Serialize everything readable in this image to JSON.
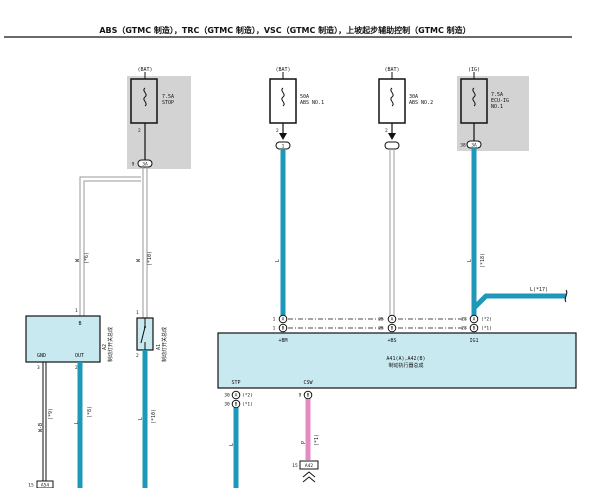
{
  "title": "ABS（GTMC 制造），TRC（GTMC 制造），VSC（GTMC 制造），上坡起步辅助控制（GTMC 制造）",
  "colors": {
    "wire_blue": "#1e98b8",
    "wire_pink": "#e58bc4",
    "component_fill": "#c9e9f0",
    "fuse_block_fill": "#d3d3d3"
  },
  "fuses": [
    {
      "source": "(BAT)",
      "rating": "7.5A",
      "name": "STOP",
      "name2": "",
      "pin": "2"
    },
    {
      "source": "(BAT)",
      "rating": "50A",
      "name": "ABS NO.1",
      "name2": "",
      "pin": "2"
    },
    {
      "source": "(BAT)",
      "rating": "30A",
      "name": "ABS NO.2",
      "name2": "",
      "pin": "2"
    },
    {
      "source": "(IG)",
      "rating": "7.5A",
      "name": "ECU-IG",
      "name2": "NO.1",
      "pin": ""
    }
  ],
  "connectors": {
    "stop_conn": {
      "pin": "9",
      "id": "3A"
    },
    "abs1_conn": {
      "id": "1"
    },
    "ig_conn": {
      "pin": "38",
      "id": "3A"
    },
    "a42_bottom": {
      "pin": "15",
      "id": "A42"
    },
    "a54_bottom": {
      "pin": "15",
      "id": "A54"
    }
  },
  "wires": {
    "stop_upper": {
      "color": "W",
      "ref": "(*6)"
    },
    "stop_right": {
      "color": "W",
      "ref": "(*10)"
    },
    "abs1": {
      "color": "L"
    },
    "ig": {
      "color": "L",
      "ref": "(*18)"
    },
    "branch": {
      "label": "L(*17)"
    },
    "gnd": {
      "color": "W-B",
      "ref": "(*9)"
    },
    "out": {
      "color": "L",
      "ref": "(*8)"
    },
    "stpsw_out": {
      "color": "L",
      "ref": "(*10)"
    },
    "stp": {
      "color": "L"
    },
    "csw": {
      "color": "P",
      "ref": "(*1)"
    }
  },
  "left_ecu": {
    "pin_top": "1",
    "pin_label_b": "B",
    "gnd_label": "GND",
    "out_label": "OUT",
    "gnd_pin": "3",
    "out_pin": "2",
    "ref_num": "A2",
    "name": "制动灯开关总成"
  },
  "stop_switch": {
    "pin_top": "1",
    "pin_bottom": "2",
    "ref_num": "A1",
    "name": "制动灯开关总成"
  },
  "actuator": {
    "name": "A41(A),A42(B)",
    "name2": "制动执行器总成",
    "pin_plus_bm": "+BM",
    "pin_plus_bs": "+BS",
    "pin_ig1": "IG1",
    "pin_stp": "STP",
    "pin_csw": "CSW",
    "pins": {
      "bm_a": {
        "num": "1",
        "id": "A",
        "ref": ""
      },
      "bm_b": {
        "num": "1",
        "id": "B",
        "ref": ""
      },
      "bs_a": {
        "num": "25",
        "id": "A",
        "ref": ""
      },
      "bs_b": {
        "num": "25",
        "id": "B",
        "ref": ""
      },
      "ig_a": {
        "num": "28",
        "id": "A",
        "ref": "(*2)"
      },
      "ig_b": {
        "num": "28",
        "id": "B",
        "ref": "(*1)"
      },
      "stp_a": {
        "num": "30",
        "id": "A",
        "ref": "(*2)"
      },
      "stp_b": {
        "num": "30",
        "id": "B",
        "ref": "(*1)"
      },
      "csw": {
        "num": "9",
        "id": "B",
        "ref": ""
      }
    }
  }
}
